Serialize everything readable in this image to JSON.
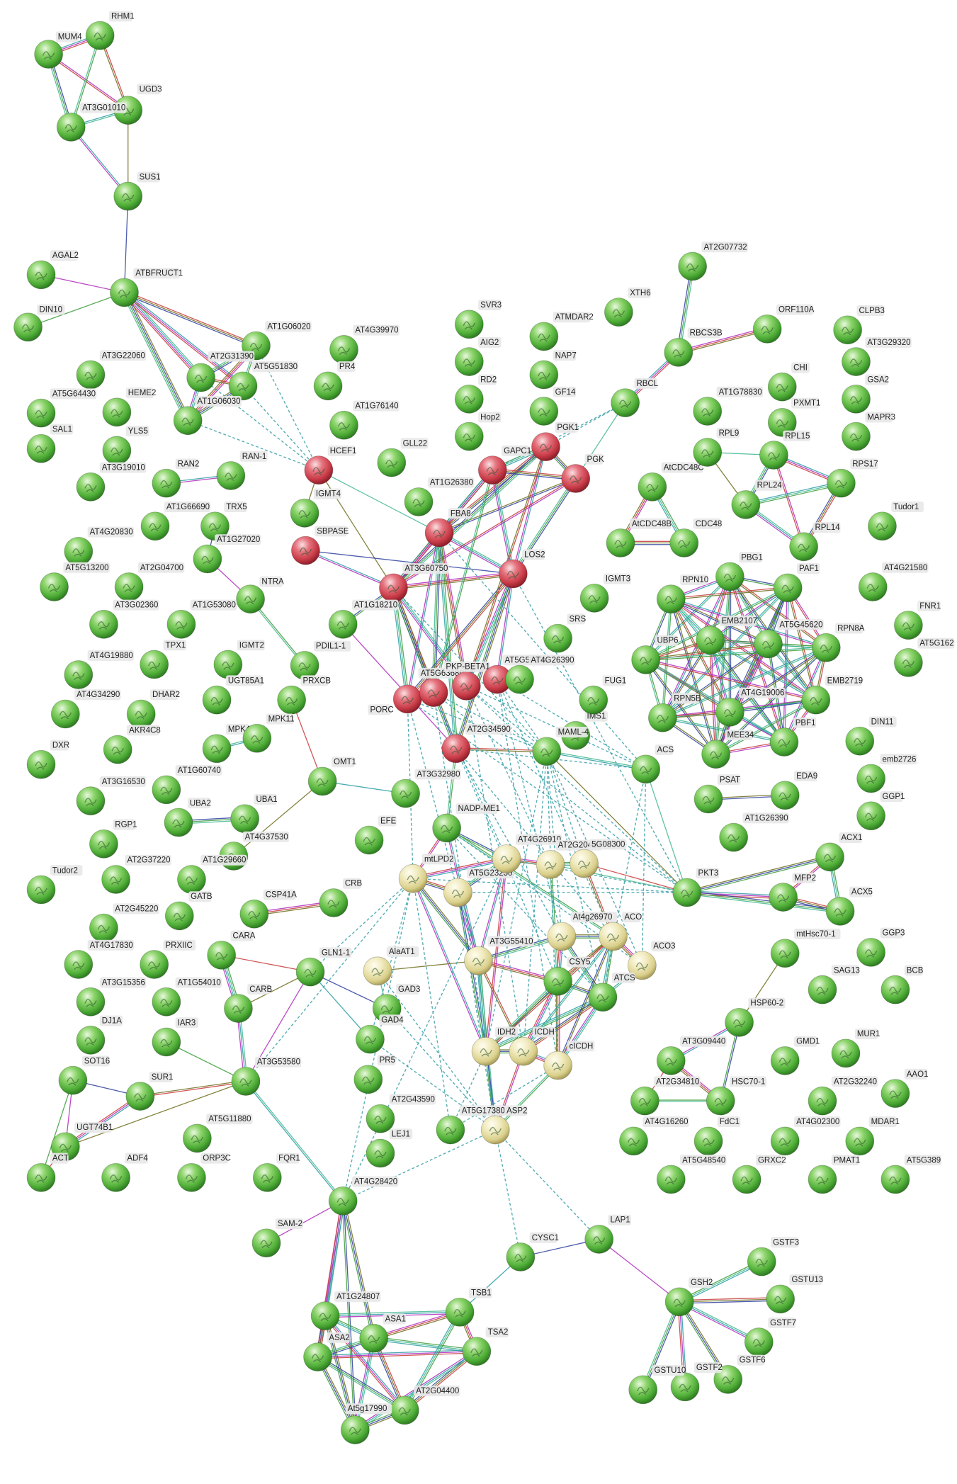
{
  "colors": {
    "green": "#53b53a",
    "red": "#d0424d",
    "yellow": "#e8dfa0",
    "edge_palette": [
      "#2c9da3",
      "#2e3f9e",
      "#b02cbd",
      "#3c9b3c",
      "#c73a3a",
      "#43b88f",
      "#6e6e1d"
    ],
    "dashed_edge": "#3aa0a8",
    "label_background": "#e3e3e3"
  },
  "nodes": {
    "n_rhm1": "RHM1",
    "n_mum4": "MUM4",
    "n_ugd3": "UGD3",
    "n_at3g01010": "AT3G01010",
    "n_sus1": "SUS1",
    "n_agal2": "AGAL2",
    "n_atbfruct1": "ATBFRUCT1",
    "n_din10": "DIN10",
    "n_at1g06020": "AT1G06020",
    "n_at2g31390": "AT2G31390",
    "n_at5g51830": "AT5G51830",
    "n_at1g06030": "AT1G06030",
    "n_at3g22060": "AT3G22060",
    "n_at5g64430": "AT5G64430",
    "n_heme2": "HEME2",
    "n_sal1": "SAL1",
    "n_yls5": "YLS5",
    "n_at3g19010": "AT3G19010",
    "n_ran2": "RAN2",
    "n_ran1": "RAN-1",
    "n_hcef1": "HCEF1",
    "n_at4g39970": "AT4G39970",
    "n_pr4": "PR4",
    "n_at1g76140": "AT1G76140",
    "n_gll22": "GLL22",
    "n_svr3": "SVR3",
    "n_aig2": "AIG2",
    "n_rd2": "RD2",
    "n_hop2": "Hop2",
    "n_atmdar2": "ATMDAR2",
    "n_nap7": "NAP7",
    "n_gf14": "GF14",
    "n_pgk1": "PGK1",
    "n_xth6": "XTH6",
    "n_at2g07732": "AT2G07732",
    "n_orf110a": "ORF110A",
    "n_rbcs3b": "RBCS3B",
    "n_rbcl": "RBCL",
    "n_gapc1": "GAPC1",
    "n_pgk": "PGK",
    "n_at1g26380": "AT1G26380",
    "n_igmt4": "IGMT4",
    "n_at1g66690": "AT1G66690",
    "n_trx5": "TRX5",
    "n_at4g20830": "AT4G20830",
    "n_at1g27020": "AT1G27020",
    "n_at5g13200": "AT5G13200",
    "n_at2g04700": "AT2G04700",
    "n_sbpase": "SBPASE",
    "n_fba8": "FBA8",
    "n_at3g60750": "AT3G60750",
    "n_los2": "LOS2",
    "n_ntra": "NTRA",
    "n_at3g02360": "AT3G02360",
    "n_at1g53080": "AT1G53080",
    "n_at1g18210": "AT1G18210",
    "n_pdil11": "PDIL1-1",
    "n_igmt2": "IGMT2",
    "n_tpx1": "TPX1",
    "n_at4g19880": "AT4G19880",
    "n_ugt85a1": "UGT85A1",
    "n_prxcb": "PRXCB",
    "n_at4g34290": "AT4G34290",
    "n_dhar2": "DHAR2",
    "n_mpk4": "MPK4",
    "n_mpk11": "MPK11",
    "n_akr4c8": "AKR4C8",
    "n_dxr": "DXR",
    "n_at3g16530": "AT3G16530",
    "n_at1g60740": "AT1G60740",
    "n_omt1": "OMT1",
    "n_porc": "PORC",
    "n_at5g63680": "AT5G63680",
    "n_pkpbeta1": "PKP-BETA1",
    "n_at5g56350": "AT5G56350",
    "n_at4g26390": "AT4G26390",
    "n_at2g34590": "AT2G34590",
    "n_at3g32980": "AT3G32980",
    "n_uba2": "UBA2",
    "n_uba1": "UBA1",
    "n_rgp1": "RGP1",
    "n_at4g37530": "AT4G37530",
    "n_efe": "EFE",
    "n_nadpme1": "NADP-ME1",
    "n_at2g37220": "AT2G37220",
    "n_at1g29660": "AT1G29660",
    "n_tudor2": "Tudor2",
    "n_crb": "CRB",
    "n_csp41a": "CSP41A",
    "n_gatb": "GATB",
    "n_at2g45220": "AT2G45220",
    "n_mtlpd2": "mtLPD2",
    "n_at5g23250": "AT5G23250",
    "n_at4g26910": "AT4G26910",
    "n_at2g20420": "AT2G20420",
    "n_at5g08300": "5G08300",
    "n_at4g17830": "AT4G17830",
    "n_prxiic": "PRXIIC",
    "n_cara": "CARA",
    "n_gln11": "GLN1-1",
    "n_alaat1": "AlaAT1",
    "n_at3g55410": "AT3G55410",
    "n_at4g26970": "At4g26970",
    "n_aco": "ACO",
    "n_aco3": "ACO3",
    "n_at3g15356": "AT3G15356",
    "n_at1g54010": "AT1G54010",
    "n_carb": "CARB",
    "n_gad3": "GAD3",
    "n_csy5": "CSY5",
    "n_atcs": "ATCS",
    "n_dj1a": "DJ1A",
    "n_iar3": "IAR3",
    "n_gad4": "GAD4",
    "n_idh2": "IDH2",
    "n_icdh": "ICDH",
    "n_cicdh": "cICDH",
    "n_sot16": "SOT16",
    "n_sur1": "SUR1",
    "n_at3g53580": "AT3G53580",
    "n_pr5": "PR5",
    "n_at2g43590": "AT2G43590",
    "n_at5g17380": "AT5G17380",
    "n_asp2": "ASP2",
    "n_ugt74b1": "UGT74B1",
    "n_at5g11880": "AT5G11880",
    "n_lej1": "LEJ1",
    "n_act": "ACT",
    "n_adf4": "ADF4",
    "n_orp3c": "ORP3C",
    "n_fqr1": "FQR1",
    "n_at4g28420": "AT4G28420",
    "n_sam2": "SAM-2",
    "n_lap1": "LAP1",
    "n_cysc1": "CYSC1",
    "n_at1g24807": "AT1G24807",
    "n_tsb1": "TSB1",
    "n_asa1": "ASA1",
    "n_asa2": "ASA2",
    "n_tsa2": "TSA2",
    "n_at2g04400": "AT2G04400",
    "n_at5g17990": "At5g17990",
    "n_ims1": "IMS1",
    "n_maml4": "MAML-4",
    "n_acs": "ACS",
    "n_fug1": "FUG1",
    "n_igmt3": "IGMT3",
    "n_srs": "SRS",
    "n_atcdc48c": "AtCDC48C",
    "n_atcdc48b": "AtCDC48B",
    "n_cdc48": "CDC48",
    "n_at1g78830": "AT1G78830",
    "n_chi": "CHI",
    "n_pxmt1": "PXMT1",
    "n_rpl9": "RPL9",
    "n_rpl15": "RPL15",
    "n_rps17": "RPS17",
    "n_rpl24": "RPL24",
    "n_rpl14": "RPL14",
    "n_clpb3": "CLPB3",
    "n_at3g29320": "AT3G29320",
    "n_gsa2": "GSA2",
    "n_mapr3": "MAPR3",
    "n_tudor1": "Tudor1",
    "n_pbg1": "PBG1",
    "n_rpn10": "RPN10",
    "n_paf1": "PAF1",
    "n_at4g21580": "AT4G21580",
    "n_emb2107": "EMB2107",
    "n_at5g45620": "AT5G45620",
    "n_rpn8a": "RPN8A",
    "n_fnr1": "FNR1",
    "n_ubp6": "UBP6",
    "n_emb2719": "EMB2719",
    "n_at5g162": "AT5G162",
    "n_rpn5b": "RPN5B",
    "n_at4g19006": "AT4G19006",
    "n_pbf1": "PBF1",
    "n_mee34": "MEE34",
    "n_din11": "DIN11",
    "n_emb2726": "emb2726",
    "n_psat": "PSAT",
    "n_eda9": "EDA9",
    "n_ggp1": "GGP1",
    "n_at1g26390": "AT1G26390",
    "n_pkt3": "PKT3",
    "n_acx1": "ACX1",
    "n_mfp2": "MFP2",
    "n_acx5": "ACX5",
    "n_mthsc701": "mtHsc70-1",
    "n_ggp3": "GGP3",
    "n_sag13": "SAG13",
    "n_bcb": "BCB",
    "n_hsp602": "HSP60-2",
    "n_at3g09440": "AT3G09440",
    "n_gmd1": "GMD1",
    "n_mur1": "MUR1",
    "n_at2g34810": "AT2G34810",
    "n_hsc701": "HSC70-1",
    "n_at2g32240": "AT2G32240",
    "n_aao1": "AAO1",
    "n_at4g16260": "AT4G16260",
    "n_fdc1": "FdC1",
    "n_at4g02300": "AT4G02300",
    "n_mdar1": "MDAR1",
    "n_at5g48540": "AT5G48540",
    "n_grxc2": "GRXC2",
    "n_pmat1": "PMAT1",
    "n_at5g389": "AT5G389",
    "n_gsh2": "GSH2",
    "n_gstf3": "GSTF3",
    "n_gstu13": "GSTU13",
    "n_gstf7": "GSTF7",
    "n_gstf6": "GSTF6",
    "n_gstf2": "GSTF2",
    "n_gstu10": "GSTU10"
  }
}
